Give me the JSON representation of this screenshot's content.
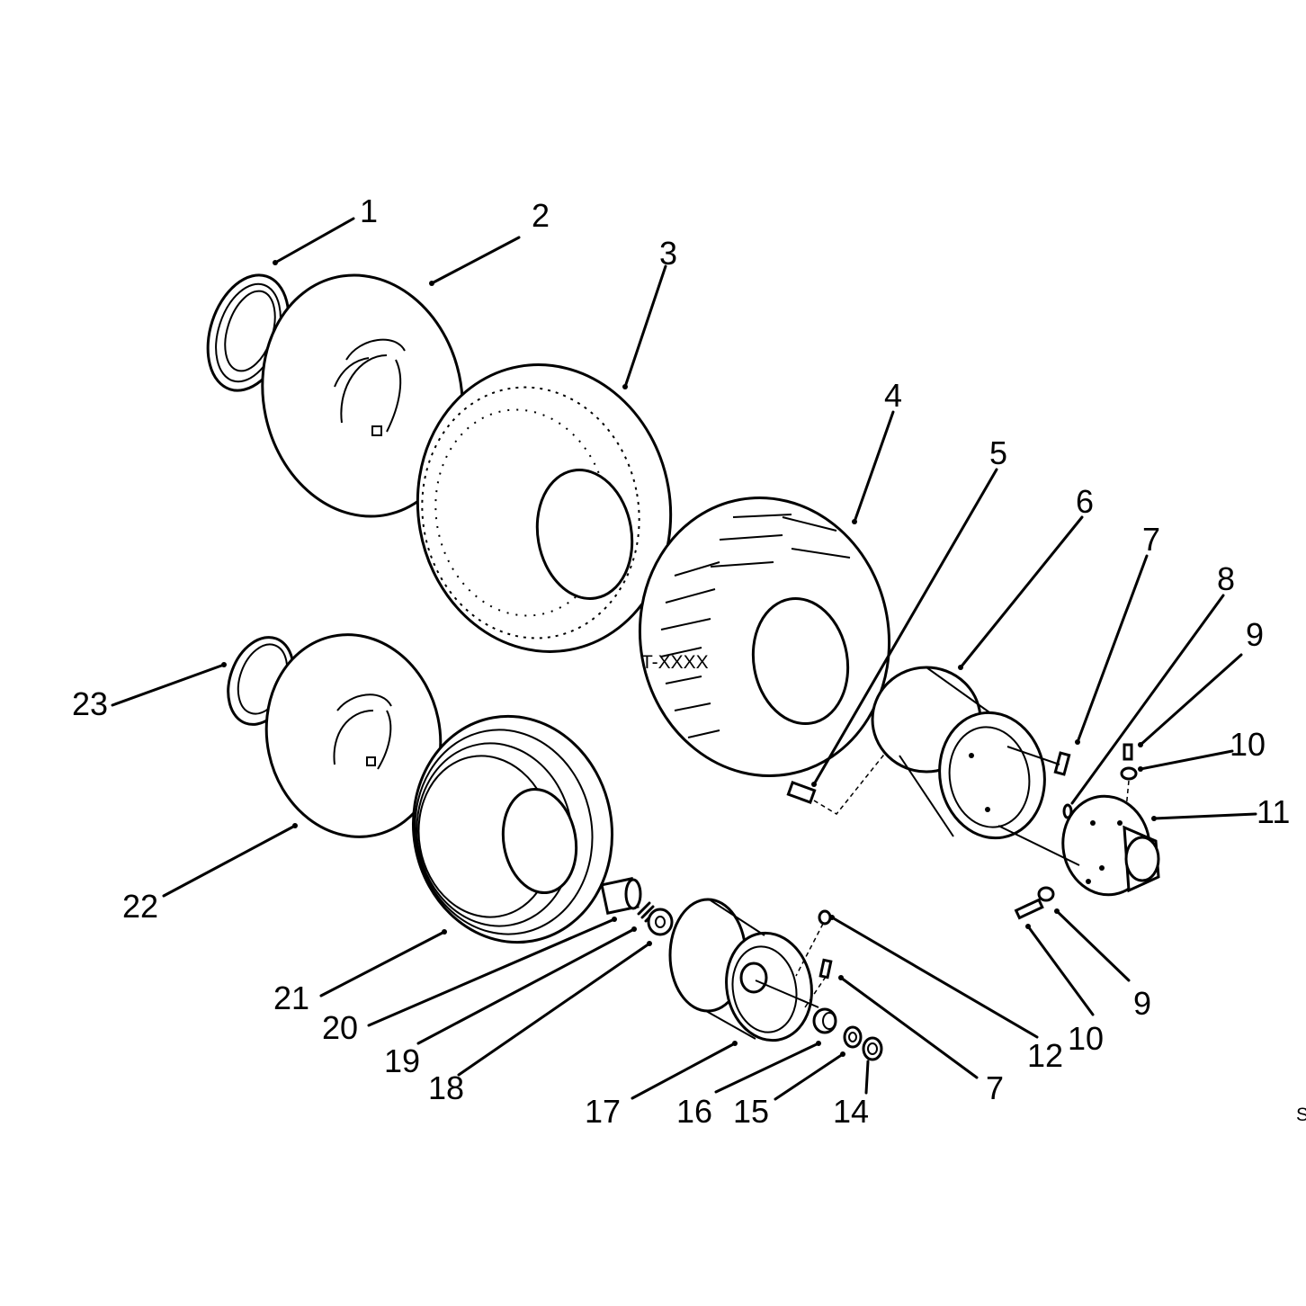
{
  "callouts": {
    "c1": "1",
    "c2": "2",
    "c3": "3",
    "c4": "4",
    "c5": "5",
    "c6": "6",
    "c7a": "7",
    "c8": "8",
    "c9a": "9",
    "c10a": "10",
    "c11": "11",
    "c9b": "9",
    "c10b": "10",
    "c12": "12",
    "c7b": "7",
    "c14": "14",
    "c15": "15",
    "c16": "16",
    "c17": "17",
    "c18": "18",
    "c19": "19",
    "c20": "20",
    "c21": "21",
    "c22": "22",
    "c23": "23"
  },
  "tire_marking": "T-XXXX",
  "edge_mark": "S"
}
